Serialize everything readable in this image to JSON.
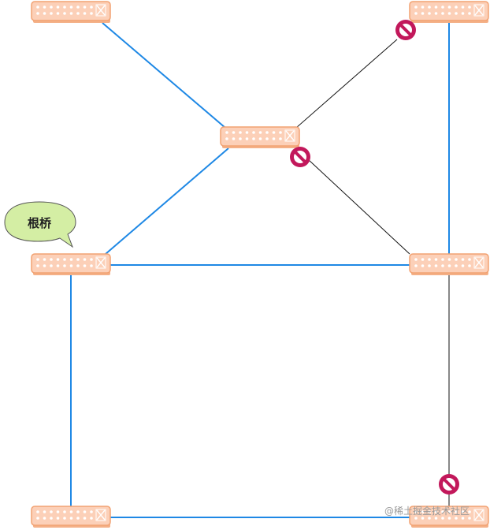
{
  "diagram": {
    "title": "",
    "root_bridge_label": "根桥",
    "watermark": "@稀土掘金技术社区",
    "colors": {
      "active_link": "#1e88e5",
      "blocked_link": "#111111",
      "switch_body": "#fcd0b8",
      "switch_border": "#f2a272",
      "switch_dots": "#ffffff",
      "blocked_icon": "#c2185b",
      "callout_fill": "#d4eea4",
      "callout_border": "#555555"
    },
    "switches": [
      {
        "id": "sw-top-left",
        "icon": "switch-icon"
      },
      {
        "id": "sw-top-right",
        "icon": "switch-icon"
      },
      {
        "id": "sw-center",
        "icon": "switch-icon"
      },
      {
        "id": "sw-root",
        "icon": "switch-icon",
        "root": true
      },
      {
        "id": "sw-mid-right",
        "icon": "switch-icon"
      },
      {
        "id": "sw-bottom-left",
        "icon": "switch-icon"
      },
      {
        "id": "sw-bottom-right",
        "icon": "switch-icon"
      }
    ],
    "links": [
      {
        "from": "sw-top-left",
        "to": "sw-center",
        "state": "forwarding"
      },
      {
        "from": "sw-center",
        "to": "sw-top-right",
        "state": "blocked"
      },
      {
        "from": "sw-center",
        "to": "sw-mid-right",
        "state": "blocked"
      },
      {
        "from": "sw-center",
        "to": "sw-root",
        "state": "forwarding"
      },
      {
        "from": "sw-top-right",
        "to": "sw-mid-right",
        "state": "forwarding"
      },
      {
        "from": "sw-root",
        "to": "sw-mid-right",
        "state": "forwarding"
      },
      {
        "from": "sw-root",
        "to": "sw-bottom-left",
        "state": "forwarding"
      },
      {
        "from": "sw-mid-right",
        "to": "sw-bottom-right",
        "state": "blocked"
      },
      {
        "from": "sw-bottom-left",
        "to": "sw-bottom-right",
        "state": "forwarding"
      }
    ],
    "blocked_ports": [
      {
        "switch": "sw-top-right",
        "link_to": "sw-center",
        "icon": "blocked-port-icon"
      },
      {
        "switch": "sw-center",
        "link_to": "sw-mid-right",
        "icon": "blocked-port-icon"
      },
      {
        "switch": "sw-bottom-right",
        "link_to": "sw-mid-right",
        "icon": "blocked-port-icon"
      }
    ]
  }
}
